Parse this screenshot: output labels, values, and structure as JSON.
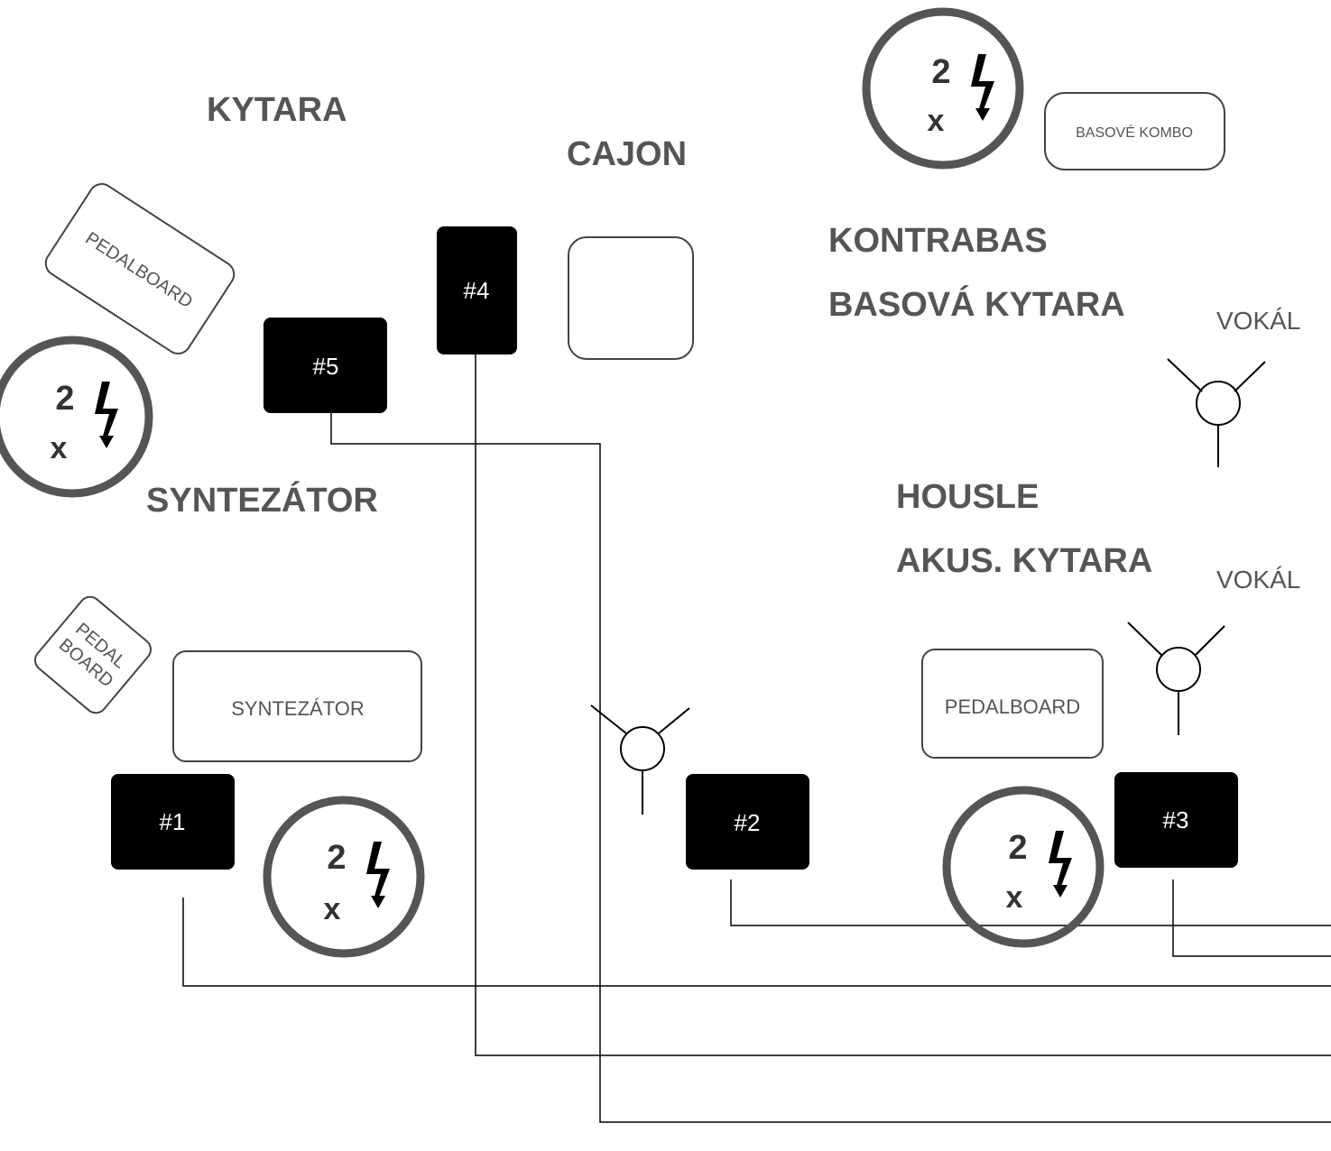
{
  "labels": {
    "kytara": "KYTARA",
    "cajon": "CAJON",
    "kontrabas": "KONTRABAS",
    "basova_kytara": "BASOVÁ KYTARA",
    "syntezator": "SYNTEZÁTOR",
    "housle": "HOUSLE",
    "akus_kytara": "AKUS. KYTARA",
    "vokal_1": "VOKÁL",
    "vokal_2": "VOKÁL"
  },
  "boxes": {
    "pedalboard_guitar": "PEDALBOARD",
    "pedalboard_synth_line1": "PEDAL",
    "pedalboard_synth_line2": "BOARD",
    "syntezator_box": "SYNTEZÁTOR",
    "pedalboard_acoustic": "PEDALBOARD",
    "basove_kombo": "BASOVÉ KOMBO"
  },
  "stageboxes": [
    "#1",
    "#2",
    "#3",
    "#4",
    "#5"
  ],
  "power": {
    "count": "2",
    "times": "x"
  }
}
